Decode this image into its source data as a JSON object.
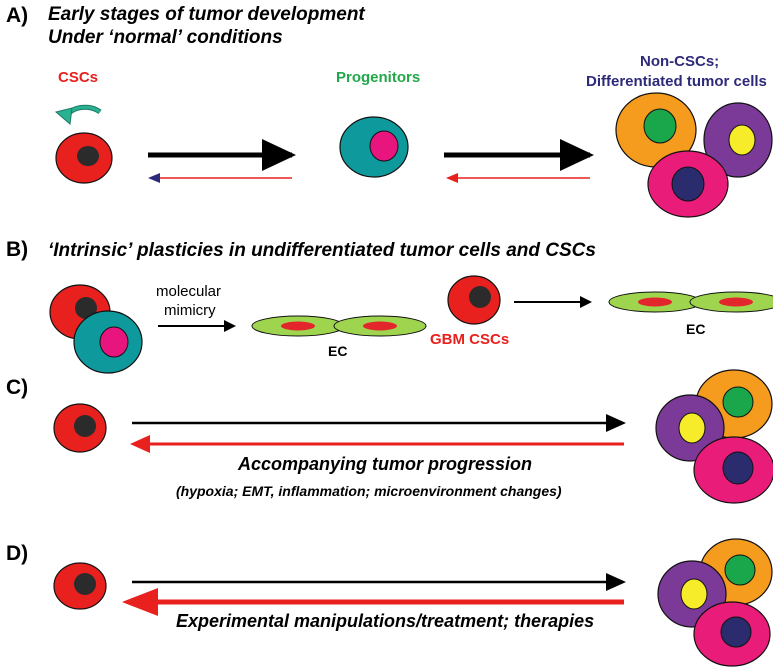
{
  "colors": {
    "csc_red": "#e8211e",
    "nucleus_dark": "#2b2b2b",
    "teal": "#0e9a9c",
    "magenta": "#e8157f",
    "green_text": "#22a84a",
    "navy_text": "#2e2a7a",
    "orange": "#f59b1e",
    "green": "#1aa64a",
    "purple": "#7b3a98",
    "yellow": "#f7ec2a",
    "pink": "#ea1c7a",
    "navy": "#2a2c6e",
    "ec_green": "#9fd54e",
    "ec_red": "#e3262b",
    "reverse_arrow": "#e8211e",
    "self_renewal_arrow": "#29b28f"
  },
  "panel_a": {
    "label": "A)",
    "title_line1": "Early stages of tumor development",
    "title_line2": "Under ‘normal’ conditions",
    "csc_label": "CSCs",
    "progenitors_label": "Progenitors",
    "noncsc_label_line1": "Non-CSCs;",
    "noncsc_label_line2": "Differentiated tumor cells"
  },
  "panel_b": {
    "label": "B)",
    "title": "‘Intrinsic’ plasticies in undifferentiated tumor cells and CSCs",
    "mimicry_line1": "molecular",
    "mimicry_line2": "mimicry",
    "ec_label_1": "EC",
    "gbm_label": "GBM CSCs",
    "ec_label_2": "EC"
  },
  "panel_c": {
    "label": "C)",
    "caption": "Accompanying tumor progression",
    "subcaption": "(hypoxia; EMT, inflammation; microenvironment changes)"
  },
  "panel_d": {
    "label": "D)",
    "caption": "Experimental manipulations/treatment; therapies"
  }
}
